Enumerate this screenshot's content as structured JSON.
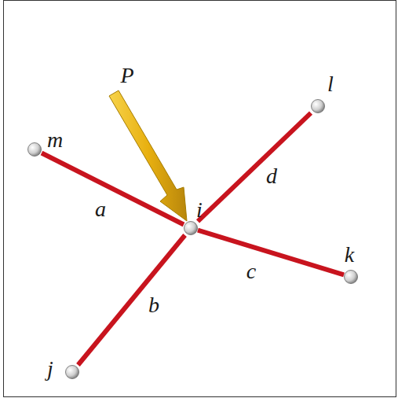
{
  "diagram": {
    "nodes": [
      {
        "text": [
          "m"
        ]
      },
      {
        "text": [
          "l"
        ]
      },
      {
        "text": [
          "i"
        ]
      },
      {
        "text": [
          "k"
        ]
      },
      {
        "text": [
          "j"
        ]
      }
    ],
    "edges": [
      {
        "from": 2,
        "to": 0,
        "arrow": "none",
        "label": "a"
      },
      {
        "from": 2,
        "to": 4,
        "arrow": "none",
        "label": "b"
      },
      {
        "from": 2,
        "to": 3,
        "arrow": "none",
        "label": "c"
      },
      {
        "from": 2,
        "to": 1,
        "arrow": "none",
        "label": "d"
      }
    ],
    "labels": [
      "P"
    ]
  }
}
